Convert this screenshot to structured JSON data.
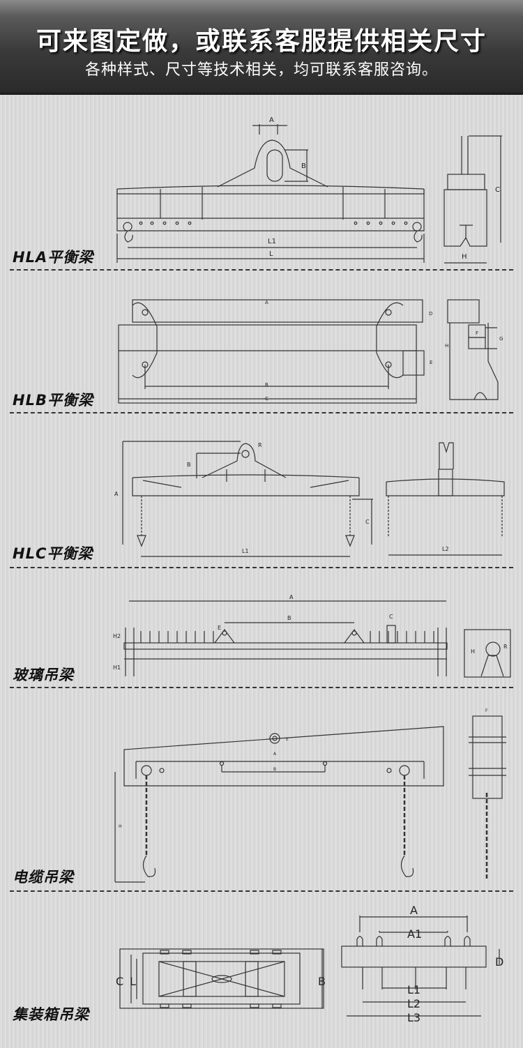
{
  "header": {
    "title": "可来图定做，或联系客服提供相关尺寸",
    "subtitle": "各种样式、尺寸等技术相关，均可联系客服咨询。"
  },
  "sections": [
    {
      "label": "HLA平衡梁",
      "dims": [
        "A",
        "B",
        "C",
        "L1",
        "L",
        "H"
      ]
    },
    {
      "label": "HLB平衡梁",
      "dims": [
        "A",
        "B",
        "C",
        "D",
        "E",
        "F",
        "G",
        "H"
      ]
    },
    {
      "label": "HLC平衡梁",
      "dims": [
        "R",
        "B",
        "A",
        "C",
        "L1",
        "L2"
      ]
    },
    {
      "label": "玻璃吊梁",
      "dims": [
        "A",
        "B",
        "C",
        "E",
        "H2",
        "H1",
        "H",
        "R"
      ]
    },
    {
      "label": "电缆吊梁",
      "dims": [
        "E",
        "A",
        "B",
        "H",
        "F"
      ]
    },
    {
      "label": "集装箱吊梁",
      "dims": [
        "A",
        "A1",
        "D",
        "L1",
        "L2",
        "L3",
        "C",
        "L",
        "B"
      ]
    }
  ]
}
